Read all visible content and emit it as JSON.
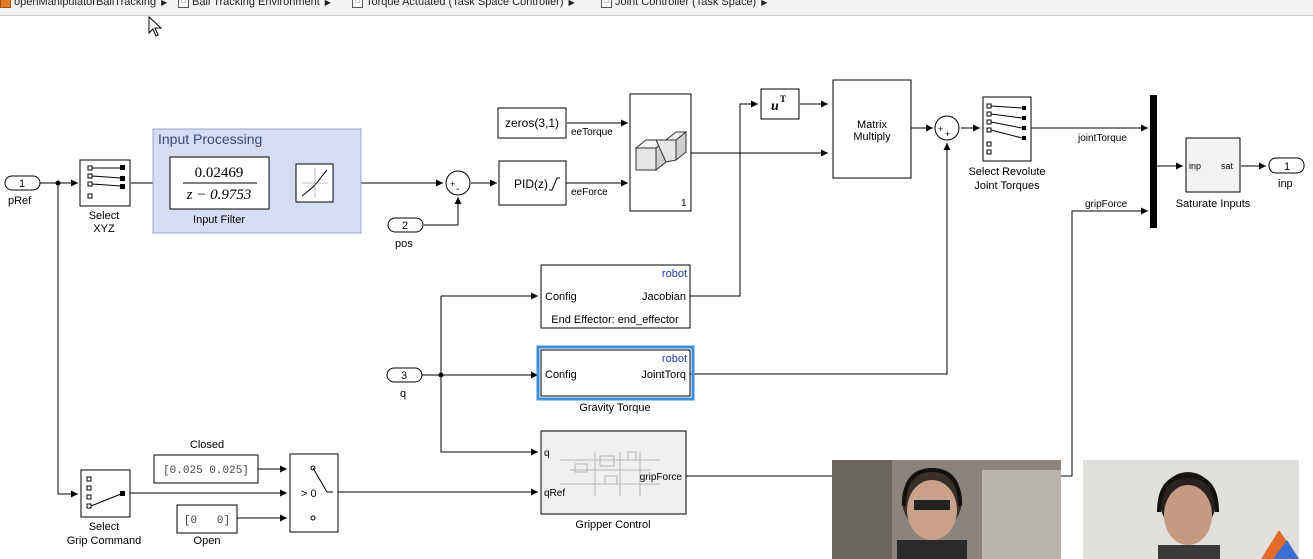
{
  "breadcrumb": [
    {
      "label": "openManipulatorBallTracking"
    },
    {
      "label": "Ball Tracking Environment"
    },
    {
      "label": "Torque Actuated (Task Space Controller)"
    },
    {
      "label": "Joint Controller (Task Space)"
    }
  ],
  "ports": {
    "in1": {
      "num": "1",
      "name": "pRef"
    },
    "in2": {
      "num": "2",
      "name": "pos"
    },
    "in3": {
      "num": "3",
      "name": "q"
    },
    "out1": {
      "num": "1",
      "name": "inp"
    }
  },
  "blocks": {
    "select_xyz": {
      "label_line1": "Select",
      "label_line2": "XYZ"
    },
    "input_processing": {
      "title": "Input Processing"
    },
    "input_filter": {
      "numerator": "0.02469",
      "denominator": "z − 0.9753",
      "label": "Input Filter"
    },
    "zeros": {
      "label": "zeros(3,1)"
    },
    "pid": {
      "label": "PID(z)"
    },
    "concat": {
      "label": "1"
    },
    "transpose": {
      "base": "u",
      "sup": "T"
    },
    "matrix_multiply": {
      "line1": "Matrix",
      "line2": "Multiply"
    },
    "select_revolute": {
      "label_line1": "Select Revolute",
      "label_line2": "Joint Torques"
    },
    "saturate": {
      "in_port": "inp",
      "out_port": "sat",
      "label": "Saturate Inputs"
    },
    "jacobian": {
      "tag": "robot",
      "in_port": "Config",
      "out_port": "Jacobian",
      "footer": "End Effector: end_effector"
    },
    "gravity": {
      "tag": "robot",
      "in_port": "Config",
      "out_port": "JointTorq",
      "label": "Gravity Torque"
    },
    "gripper": {
      "in1": "q",
      "in2": "qRef",
      "out": "gripForce",
      "label": "Gripper Control"
    },
    "select_grip": {
      "label_line1": "Select",
      "label_line2": "Grip Command"
    },
    "closed": {
      "value": "[0.025 0.025]",
      "label": "Closed"
    },
    "open": {
      "value": "[0   0]",
      "label": "Open"
    },
    "switch": {
      "label": "> 0"
    }
  },
  "signals": {
    "ee_torque": "eeTorque",
    "ee_force": "eeForce",
    "joint_torque": "jointTorque",
    "grip_force": "gripForce"
  },
  "colors": {
    "selected_block": "#3b8fdb",
    "subsystem_fill": "#d7dcf5",
    "robot_tag": "#1f3bb3"
  }
}
